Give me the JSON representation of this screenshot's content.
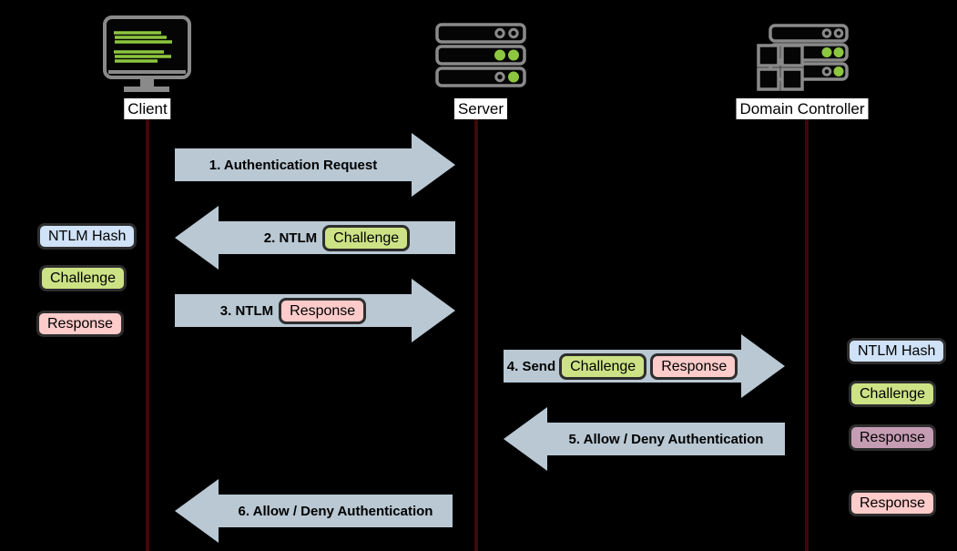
{
  "diagram": {
    "actors": [
      {
        "label": "Client",
        "icon": "monitor-icon"
      },
      {
        "label": "Server",
        "icon": "server-icon"
      },
      {
        "label": "Domain Controller",
        "icon": "domain-controller-icon"
      }
    ],
    "messages": [
      {
        "label": "1. Authentication Request",
        "direction": "right",
        "from": "Client",
        "to": "Server",
        "pills": []
      },
      {
        "label": "2. NTLM",
        "direction": "left",
        "from": "Server",
        "to": "Client",
        "pills": [
          {
            "text": "Challenge",
            "color": "green"
          }
        ]
      },
      {
        "label": "3. NTLM",
        "direction": "right",
        "from": "Client",
        "to": "Server",
        "pills": [
          {
            "text": "Response",
            "color": "pink"
          }
        ]
      },
      {
        "label": "4. Send",
        "direction": "right",
        "from": "Server",
        "to": "Domain Controller",
        "pills": [
          {
            "text": "Challenge",
            "color": "green"
          },
          {
            "text": "Response",
            "color": "pink"
          }
        ]
      },
      {
        "label": "5. Allow / Deny Authentication",
        "direction": "left",
        "from": "Domain Controller",
        "to": "Server",
        "pills": []
      },
      {
        "label": "6. Allow / Deny Authentication",
        "direction": "left",
        "from": "Server",
        "to": "Client",
        "pills": []
      }
    ],
    "client_tokens": [
      {
        "text": "NTLM Hash",
        "color": "blue"
      },
      {
        "text": "Challenge",
        "color": "green"
      },
      {
        "text": "Response",
        "color": "pink"
      }
    ],
    "domain_controller_tokens": [
      {
        "text": "NTLM Hash",
        "color": "blue"
      },
      {
        "text": "Challenge",
        "color": "green"
      },
      {
        "text": "Response",
        "color": "purple"
      },
      {
        "text": "Response",
        "color": "pink"
      }
    ],
    "colors": {
      "background": "#000000",
      "arrow": "#b9c8d3",
      "lifeline": "#3b0a0a",
      "token_blue": "#cfe2f7",
      "token_green": "#cde285",
      "token_pink": "#fccbca",
      "token_purple": "#c59db3",
      "token_border": "#2e2e2e",
      "icon_stroke": "#8a8a8a",
      "icon_green": "#8dc63f",
      "label_background": "#ffffff",
      "text": "#000000"
    }
  }
}
